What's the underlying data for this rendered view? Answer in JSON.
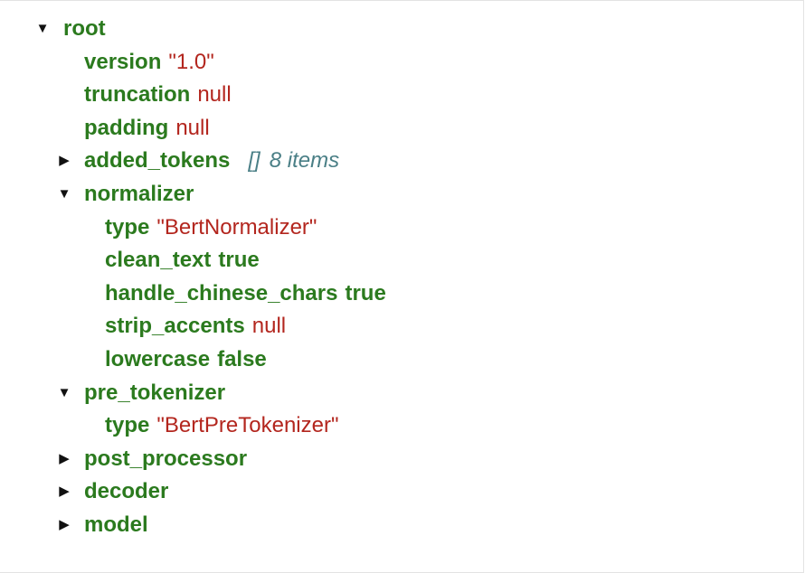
{
  "icons": {
    "expanded": "▼",
    "collapsed": "▶"
  },
  "tree": {
    "root_key": "root",
    "root_expanded_icon": "▼",
    "version": {
      "key": "version",
      "value": "\"1.0\""
    },
    "truncation": {
      "key": "truncation",
      "value": "null"
    },
    "padding": {
      "key": "padding",
      "value": "null"
    },
    "added_tokens": {
      "key": "added_tokens",
      "bracket": "[]",
      "count": "8 items",
      "icon": "▶"
    },
    "normalizer": {
      "key": "normalizer",
      "icon": "▼",
      "children": {
        "type": {
          "key": "type",
          "value": "\"BertNormalizer\""
        },
        "clean_text": {
          "key": "clean_text",
          "value": "true"
        },
        "handle_chinese_chars": {
          "key": "handle_chinese_chars",
          "value": "true"
        },
        "strip_accents": {
          "key": "strip_accents",
          "value": "null"
        },
        "lowercase": {
          "key": "lowercase",
          "value": "false"
        }
      }
    },
    "pre_tokenizer": {
      "key": "pre_tokenizer",
      "icon": "▼",
      "children": {
        "type": {
          "key": "type",
          "value": "\"BertPreTokenizer\""
        }
      }
    },
    "post_processor": {
      "key": "post_processor",
      "icon": "▶"
    },
    "decoder": {
      "key": "decoder",
      "icon": "▶"
    },
    "model": {
      "key": "model",
      "icon": "▶"
    }
  },
  "colors": {
    "key": "#2b7a1e",
    "string_or_null": "#b3261e",
    "meta": "#4a7f86"
  }
}
